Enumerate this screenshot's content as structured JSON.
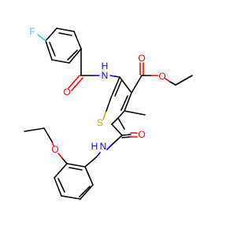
{
  "atom_labels": {
    "fluorine": "F",
    "amide1_n": "N",
    "amide1_h": "H",
    "amide1_o": "O",
    "ester_carbonyl_o": "O",
    "ester_o": "O",
    "thiophene_s": "S",
    "amide2_o": "O",
    "amide2_n": "N",
    "amide2_h": "H",
    "ether_o": "O"
  },
  "colors": {
    "oxygen": "#ff0000",
    "nitrogen": "#0000ff",
    "sulfur": "#b2b200",
    "fluorine": "#33cccc",
    "carbon_bond": "#000000"
  }
}
